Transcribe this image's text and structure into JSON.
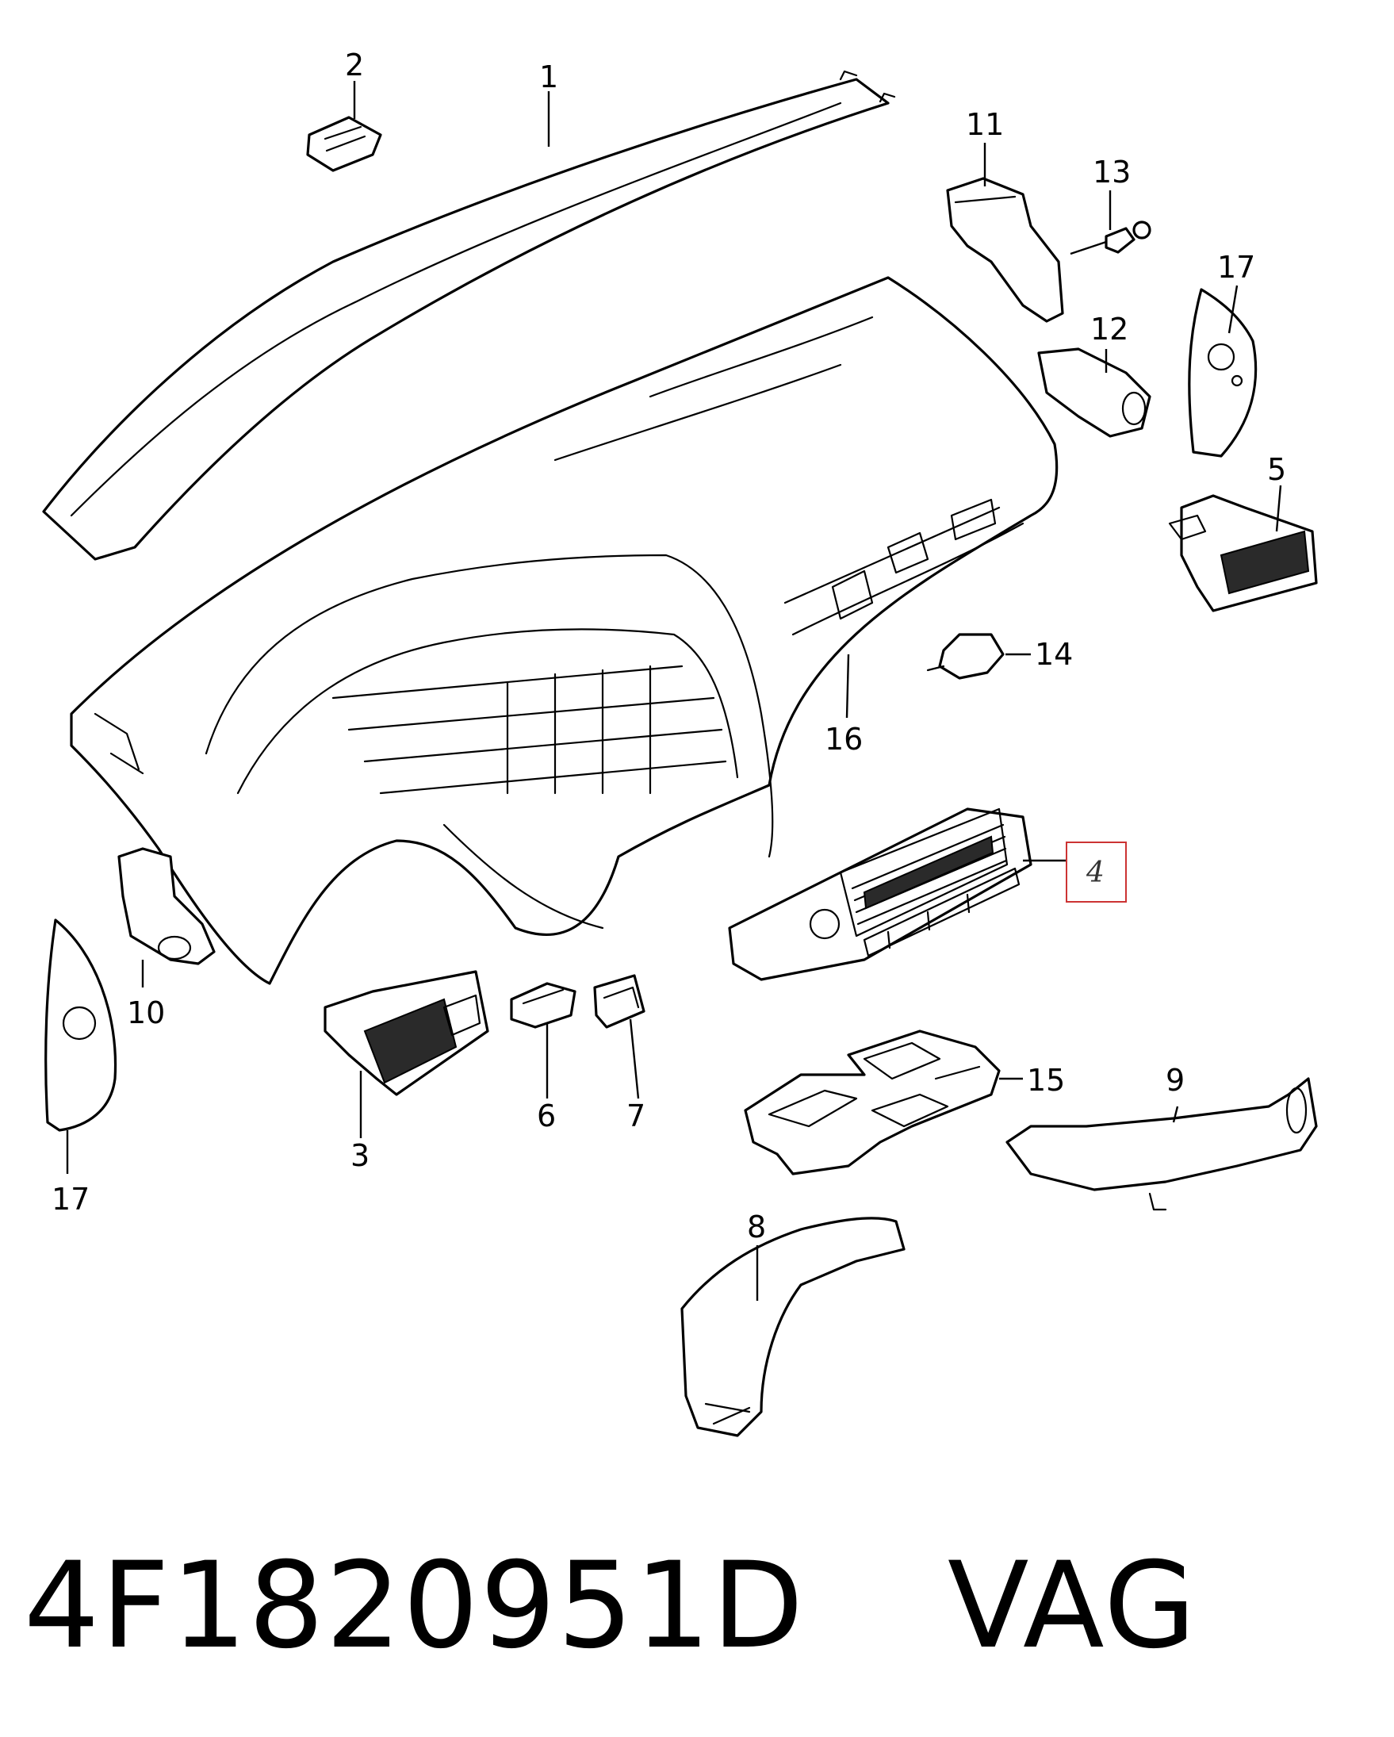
{
  "callouts": {
    "c1": "1",
    "c2": "2",
    "c3": "3",
    "c4": "4",
    "c5": "5",
    "c6": "6",
    "c7": "7",
    "c8": "8",
    "c9": "9",
    "c10": "10",
    "c11": "11",
    "c12": "12",
    "c13": "13",
    "c14": "14",
    "c15": "15",
    "c16": "16",
    "c17_right": "17",
    "c17_left": "17"
  },
  "highlighted_callout": "4",
  "highlight_color": "#cc3333",
  "caption": {
    "part_number": "4F1820951D",
    "brand": "VAG"
  }
}
